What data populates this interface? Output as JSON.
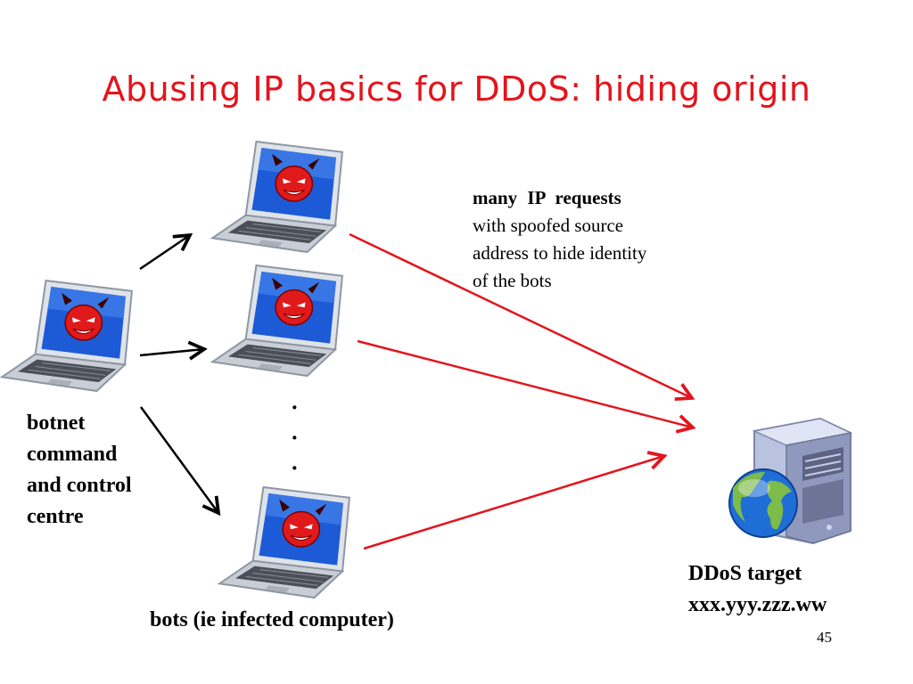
{
  "slide": {
    "title": "Abusing IP basics for DDoS: hiding origin",
    "page_number": "45"
  },
  "command_center": {
    "label_lines": [
      "botnet",
      "command",
      "and control",
      "centre"
    ]
  },
  "requests_note": {
    "bold_line": "many  IP  requests",
    "lines": [
      "with spoofed source",
      "address to hide identity",
      "of the bots"
    ]
  },
  "bots": {
    "label": "bots (ie infected computer)",
    "ellipsis": [
      "·",
      "·",
      "·"
    ]
  },
  "target": {
    "label_lines": [
      "DDoS target",
      "xxx.yyy.zzz.ww"
    ]
  },
  "colors": {
    "title": "#e3141c",
    "attack_arrow": "#e3141c",
    "command_arrow": "#000000"
  }
}
